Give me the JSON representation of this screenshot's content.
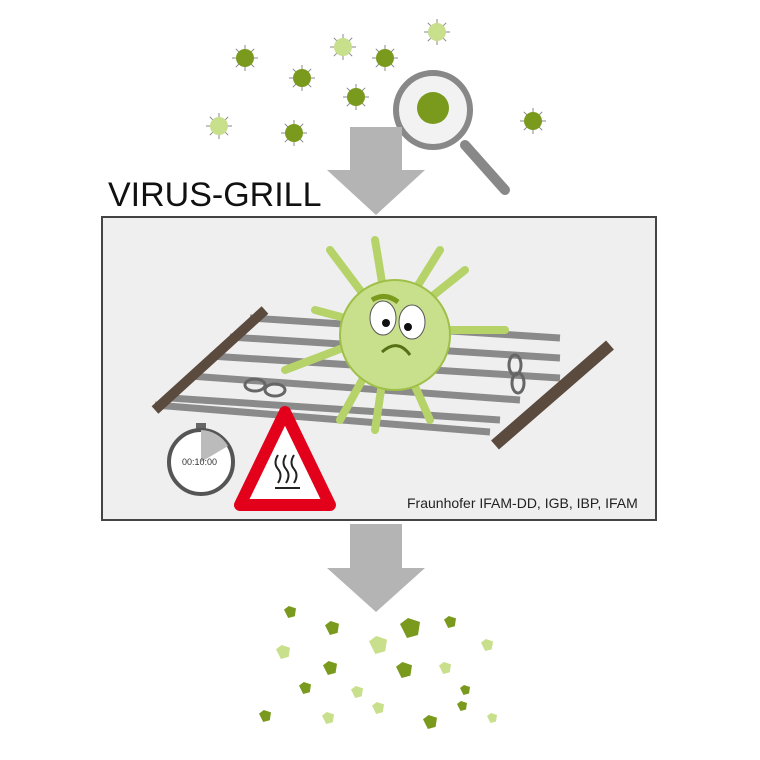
{
  "title": "VIRUS-GRILL",
  "credit": "Fraunhofer IFAM-DD, IGB, IBP, IFAM",
  "timer": {
    "label": "00:10:00",
    "elapsed_fraction": 0.17
  },
  "icons": [
    "virus-icon",
    "magnifier-icon",
    "down-arrow-icon",
    "grill-icon",
    "stopwatch-icon",
    "hot-surface-warning-icon",
    "virus-fragments-icon"
  ],
  "colors": {
    "dark_green": "#7a9a1e",
    "light_green": "#c8df8c",
    "arrow_gray": "#b4b4b4",
    "warning_red": "#e3001b",
    "grill_brown": "#5b4a3e"
  }
}
